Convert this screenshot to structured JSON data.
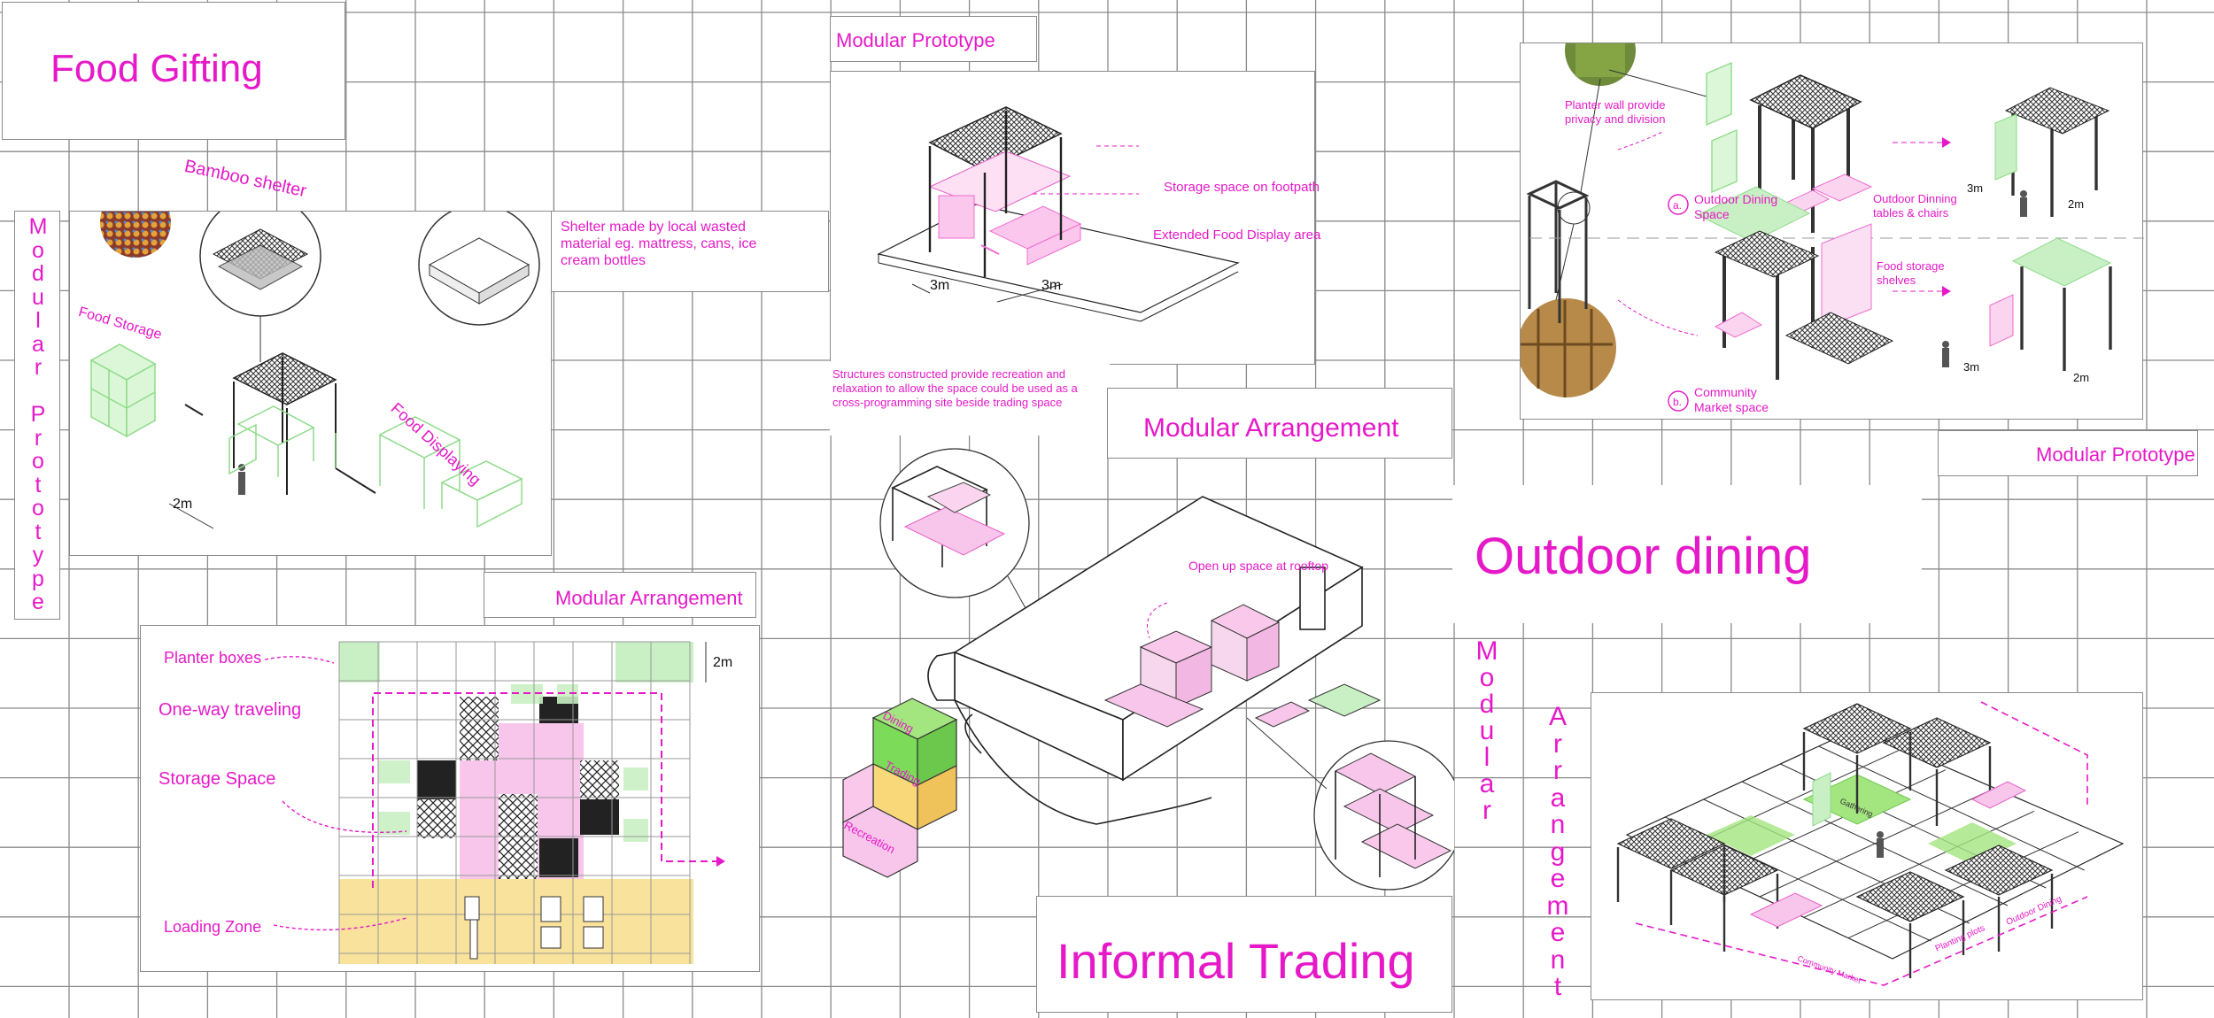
{
  "titles": {
    "food_gifting": "Food Gifting",
    "modular_prototype_top": "Modular Prototype",
    "modular_prototype_right": "Modular Prototype",
    "modular_arrangement_left": "Modular Arrangement",
    "modular_arrangement_center": "Modular Arrangement",
    "outdoor_dining": "Outdoor dining",
    "informal_trading": "Informal Trading"
  },
  "vertical_labels": {
    "left": [
      "M",
      "o",
      "d",
      "u",
      "l",
      "a",
      "r",
      "",
      "P",
      "r",
      "o",
      "t",
      "o",
      "t",
      "y",
      "p",
      "e"
    ],
    "right_1": [
      "M",
      "o",
      "d",
      "u",
      "l",
      "a",
      "r"
    ],
    "right_2": [
      "A",
      "r",
      "r",
      "a",
      "n",
      "g",
      "e",
      "m",
      "e",
      "n",
      "t"
    ]
  },
  "food_gifting_panel": {
    "bamboo_shelter": "Bamboo shelter",
    "food_storage": "Food Storage",
    "food_displaying": "Food Displaying",
    "dimension": "2m"
  },
  "shelter_note": "Shelter made by local wasted material eg. mattress, cans, ice cream bottles",
  "prototype_panel": {
    "storage": "Storage space on footpath",
    "display": "Extended Food Display area",
    "dim_a": "3m",
    "dim_b": "3m"
  },
  "structures_note": "Structures constructed provide recreation and relaxation to allow the space could be used as a cross-programming site beside trading space",
  "arrangement_plan": {
    "planter_boxes": "Planter boxes",
    "one_way": "One-way traveling",
    "storage_space": "Storage Space",
    "loading_zone": "Loading Zone",
    "dimension": "2m"
  },
  "center_iso": {
    "rooftop": "Open up space at rooftop",
    "dining": "Dining",
    "trading": "Trading",
    "recreation": "Recreation"
  },
  "right_top_panel": {
    "planter_wall": "Planter wall provide privacy and division",
    "option_a_letter": "a.",
    "option_a": "Outdoor Dining Space",
    "option_a_detail": "Outdoor Dinning tables & chairs",
    "option_b_letter": "b.",
    "option_b": "Community Market space",
    "option_b_detail": "Food storage shelves",
    "dim_3m_a": "3m",
    "dim_2m_a": "2m",
    "dim_3m_b": "3m",
    "dim_2m_b": "2m"
  },
  "right_bottom_panel": {
    "gathering": "Gathering",
    "outdoor_dining": "Outdoor Dining",
    "planting": "Planting plots",
    "market": "Community Market"
  },
  "colors": {
    "accent": "#e619c8",
    "pink_fill": "#f7c6ea",
    "green_fill": "#c9f0c4",
    "yellow_fill": "#f9e29c",
    "grid": "#8a8a8a"
  }
}
